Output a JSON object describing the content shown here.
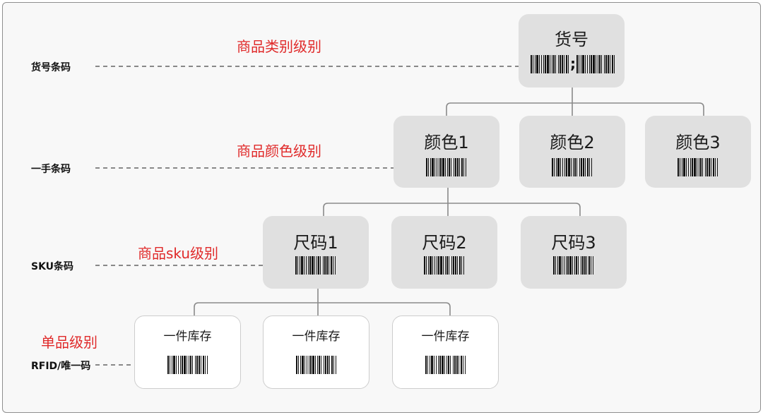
{
  "levels": {
    "category": "商品类别级别",
    "color": "商品颜色级别",
    "sku": "商品sku级别",
    "item": "单品级别"
  },
  "labels": {
    "article_code": "货号条码",
    "first_code": "一手条码",
    "sku_code": "SKU条码",
    "rfid_code": "RFID/唯一码"
  },
  "nodes": {
    "article": "货号",
    "color1": "颜色1",
    "color2": "颜色2",
    "color3": "颜色3",
    "size1": "尺码1",
    "size2": "尺码2",
    "size3": "尺码3",
    "item1": "一件库存",
    "item2": "一件库存",
    "item3": "一件库存"
  },
  "barcode_separator": ";"
}
